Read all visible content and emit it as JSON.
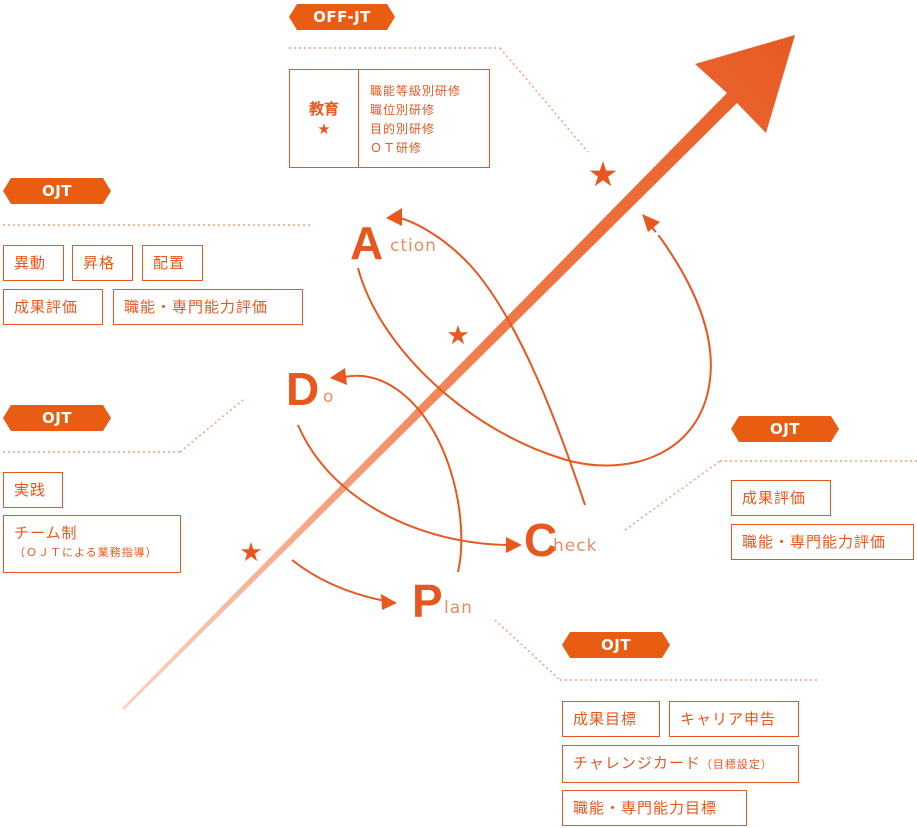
{
  "colors": {
    "accent": "#e8571e",
    "light": "#f29a77"
  },
  "off_jt": {
    "badge": "OFF-JT",
    "category": "教育",
    "category_icon": "star-icon",
    "items": [
      "職能等級別研修",
      "職位別研修",
      "目的別研修",
      "ＯＴ研修"
    ]
  },
  "pdca": {
    "action": {
      "initial": "A",
      "rest": "ction"
    },
    "do": {
      "initial": "D",
      "rest": "o"
    },
    "check": {
      "initial": "C",
      "rest": "heck"
    },
    "plan": {
      "initial": "P",
      "rest": "lan"
    }
  },
  "ojt_action": {
    "badge": "OJT",
    "items": [
      "異動",
      "昇格",
      "配置",
      "成果評価",
      "職能・専門能力評価"
    ]
  },
  "ojt_do": {
    "badge": "OJT",
    "item1": "実践",
    "item2": "チーム制",
    "item2_sub": "（ＯＪＴによる業務指導）"
  },
  "ojt_check": {
    "badge": "OJT",
    "items": [
      "成果評価",
      "職能・専門能力評価"
    ]
  },
  "ojt_plan": {
    "badge": "OJT",
    "item1": "成果目標",
    "item2": "キャリア申告",
    "item3": "チャレンジカード",
    "item3_sub": "（目標設定）",
    "item4": "職能・専門能力目標"
  }
}
